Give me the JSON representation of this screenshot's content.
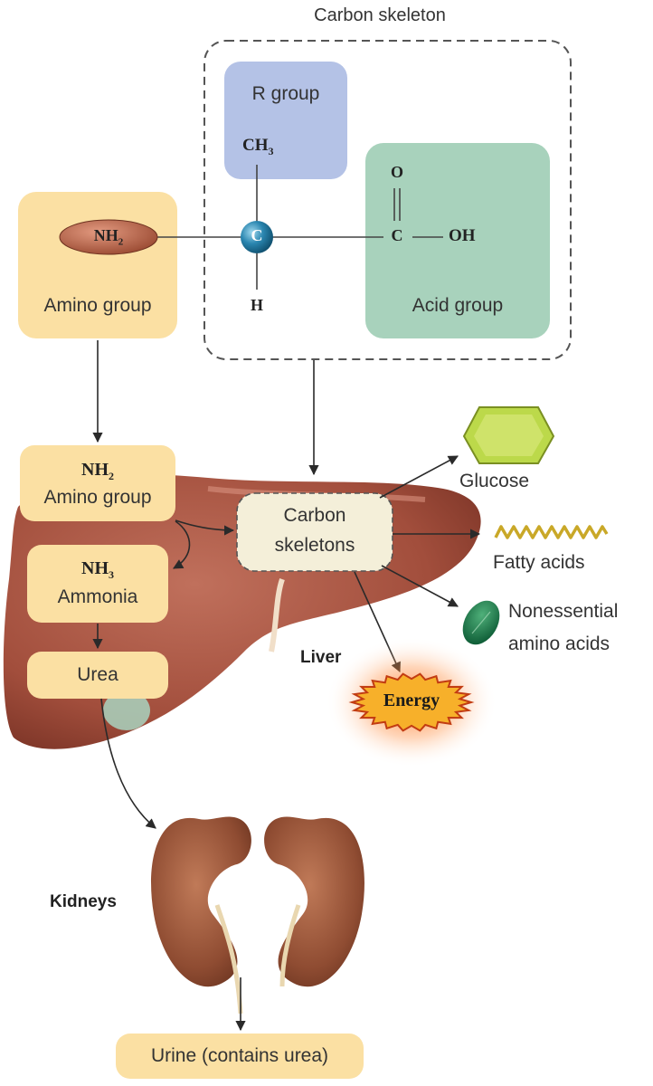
{
  "carbon_skeleton_title": "Carbon skeleton",
  "r_group_label": "R group",
  "ch3": {
    "main": "CH",
    "sub": "3"
  },
  "carbon_atom": "C",
  "hydrogen": "H",
  "acid": {
    "o": "O",
    "c": "C",
    "oh": "OH"
  },
  "acid_group_label": "Acid group",
  "nh2": {
    "main": "NH",
    "sub": "2"
  },
  "amino_group_label": "Amino group",
  "liver_box_nh2": {
    "main": "NH",
    "sub": "2"
  },
  "liver_box_amino_label": "Amino group",
  "nh3": {
    "main": "NH",
    "sub": "3"
  },
  "ammonia_label": "Ammonia",
  "urea_label": "Urea",
  "carbon_skeletons_label": {
    "line1": "Carbon",
    "line2": "skeletons"
  },
  "glucose_label": "Glucose",
  "fatty_acids_label": "Fatty acids",
  "nonessential_label": {
    "line1": "Nonessential",
    "line2": "amino acids"
  },
  "liver_label": "Liver",
  "energy_label": "Energy",
  "kidneys_label": "Kidneys",
  "urine_label": "Urine (contains urea)",
  "colors": {
    "r_group": "#b4c2e6",
    "acid_group": "#a8d2bc",
    "yellow_box": "#fbe0a3",
    "liver": "#a5503f",
    "carbon_atom": "#2a86b0",
    "glucose": "#bcd94a",
    "energy": "#f7b02a"
  }
}
